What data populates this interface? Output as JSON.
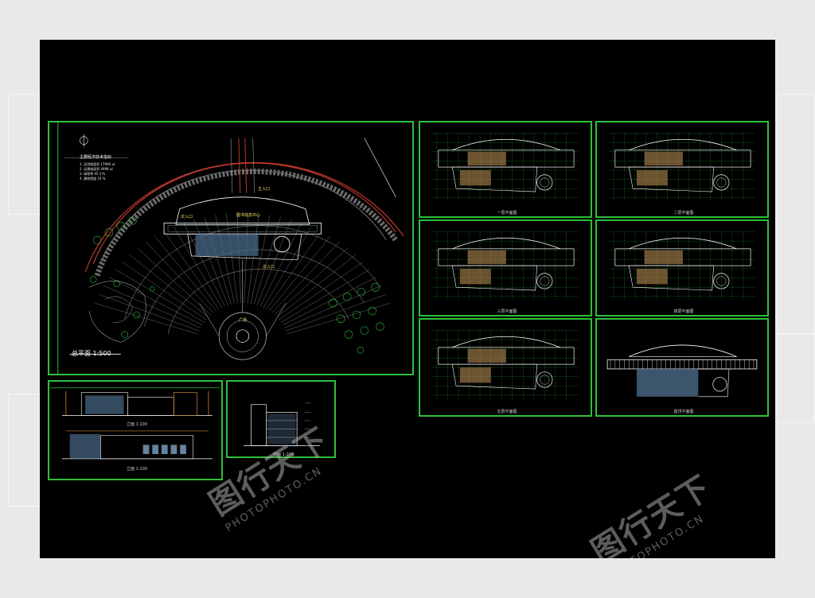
{
  "site_plan": {
    "scale_title": "总平面 1:500",
    "legend_title": "主要经济技术指标",
    "legend_items": [
      "1. 总用地面积  17900 ㎡",
      "2. 总建筑面积  4998 ㎡",
      "3. 绿地率  45.3 %",
      "4. 建筑密度  19 %"
    ],
    "building_label": "图书信息中心",
    "entry_labels": [
      "主入口",
      "次入口",
      "次入口"
    ],
    "plaza_label": "广场"
  },
  "floor_plans": [
    {
      "title": "一层平面图"
    },
    {
      "title": "二层平面图"
    },
    {
      "title": "三层平面图"
    },
    {
      "title": "四层平面图"
    },
    {
      "title": "五层平面图"
    },
    {
      "title": "屋顶平面图"
    }
  ],
  "elevations": [
    {
      "title": "立面 1:100"
    },
    {
      "title": "立面 1:100"
    }
  ],
  "section": {
    "title": "剖面 1:100"
  },
  "watermark": {
    "brand": "图行天下",
    "url": "PHOTOPHOTO.CN"
  },
  "colors": {
    "background": "#000000",
    "frame_green": "#2fbf3a",
    "cad_white": "#e8e8e8",
    "cad_red": "#c0392b",
    "cad_cyan": "#5fd3ff",
    "cad_yellow": "#ffe066"
  }
}
